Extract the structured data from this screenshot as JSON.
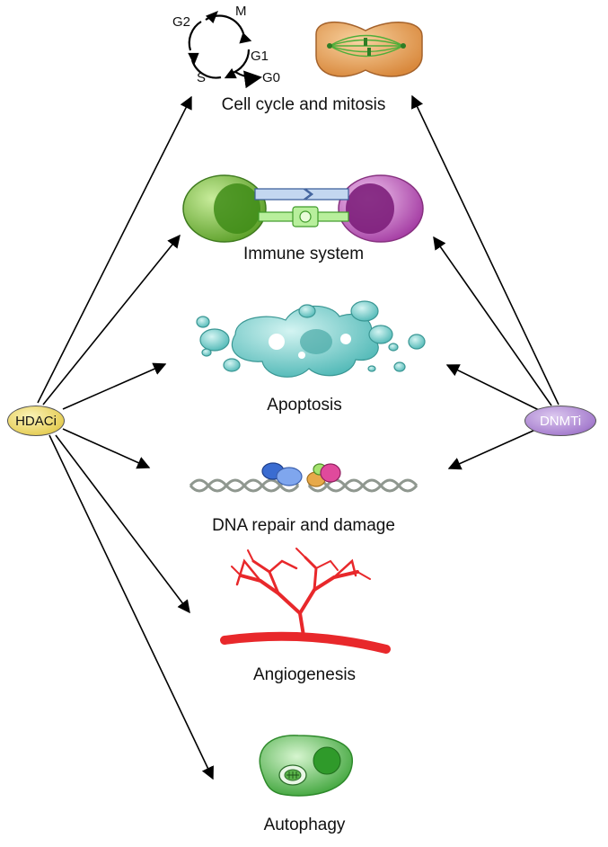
{
  "nodes": {
    "hdaci": "HDACi",
    "dnmti": "DNMTi"
  },
  "processes": {
    "cell_cycle": "Cell cycle and mitosis",
    "immune": "Immune system",
    "apoptosis": "Apoptosis",
    "dna": "DNA repair and damage",
    "angiogenesis": "Angiogenesis",
    "autophagy": "Autophagy"
  },
  "cycle_phases": {
    "g2": "G2",
    "m": "M",
    "g1": "G1",
    "g0": "G0",
    "s": "S"
  },
  "colors": {
    "mitosis_cell": "#e8a45c",
    "immune_left": "#7cc043",
    "immune_right": "#c65cc4",
    "apoptosis": "#7fd3d1",
    "vessel": "#e8282b",
    "autophagy_cell": "#5ec25a",
    "dna": "#9aa39a"
  }
}
